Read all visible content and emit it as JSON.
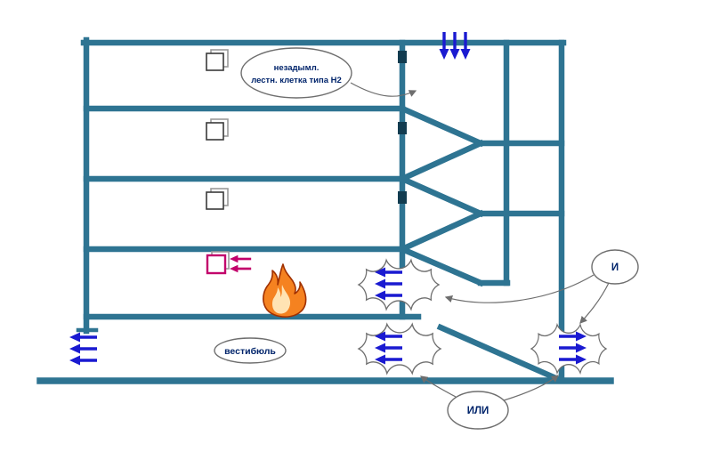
{
  "diagram": {
    "callouts": {
      "staircase_note": {
        "line1": "незадымл.",
        "line2": "лестн. клетка типа Н2"
      },
      "vestibule": {
        "label": "вестибюль"
      },
      "and": {
        "label": "И"
      },
      "or": {
        "label": "ИЛИ"
      }
    },
    "colors": {
      "structure": "#2e7492",
      "structure_dark": "#123c50",
      "airflow": "#1a1ad1",
      "smoke": "#c2006b",
      "flame_fill": "#f58220",
      "flame_core": "#ffe3b3",
      "flame_outline": "#a03000",
      "callout": "#6e6e6e",
      "label": "#00246b"
    },
    "icons": {
      "flame": "flame-icon",
      "window": "window-icon",
      "smoke_window": "smoke-window-icon",
      "fan_cloud": "fan-cloud-icon",
      "airflow_arrow": "airflow-arrow-icon",
      "smoke_arrow": "smoke-arrow-icon"
    }
  }
}
